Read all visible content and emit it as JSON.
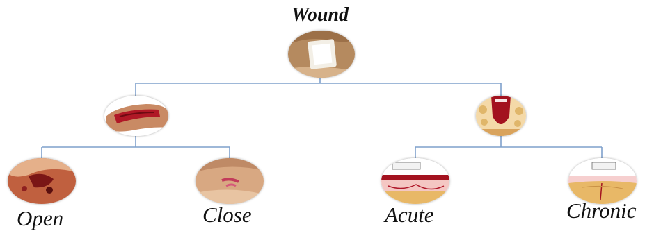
{
  "title": "Wound",
  "leaves": {
    "open": "Open",
    "close": "Close",
    "acute": "Acute",
    "chronic": "Chronic"
  },
  "colors": {
    "connector": "#7fa0cc",
    "flesh": "#c98a64",
    "wound_red": "#a3121f",
    "skin_pale": "#f4d9a8",
    "bg": "#ffffff"
  }
}
